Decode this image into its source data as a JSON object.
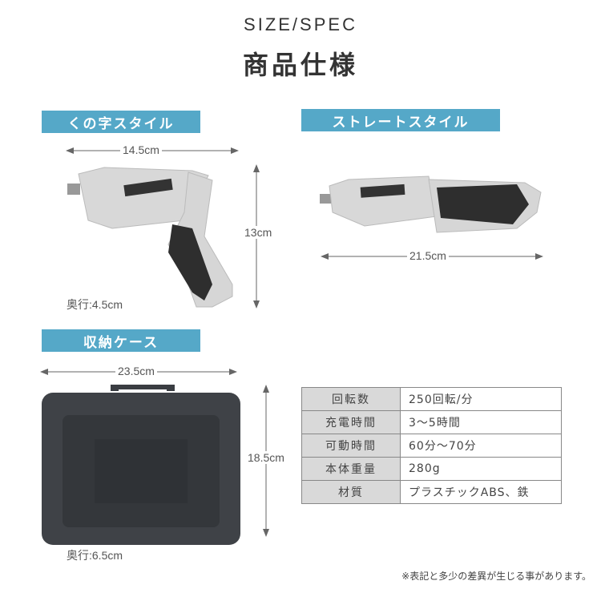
{
  "header": {
    "title_en": "SIZE/SPEC",
    "title_jp": "商品仕様"
  },
  "sections": {
    "bent": {
      "label": "くの字スタイル",
      "width": "14.5cm",
      "height": "13cm",
      "depth": "奥行:4.5cm"
    },
    "straight": {
      "label": "ストレートスタイル",
      "width": "21.5cm"
    },
    "case": {
      "label": "収納ケース",
      "width": "23.5cm",
      "height": "18.5cm",
      "depth": "奥行:6.5cm"
    }
  },
  "spec_table": [
    {
      "key": "回転数",
      "value": "250回転/分"
    },
    {
      "key": "充電時間",
      "value": "3〜5時間"
    },
    {
      "key": "可動時間",
      "value": "60分〜70分"
    },
    {
      "key": "本体重量",
      "value": "280g"
    },
    {
      "key": "材質",
      "value": "プラスチックABS、鉄"
    }
  ],
  "footnote": "※表記と多少の差異が生じる事があります。",
  "colors": {
    "banner": "#55a8c8",
    "table_key_bg": "#d9d9d9"
  }
}
